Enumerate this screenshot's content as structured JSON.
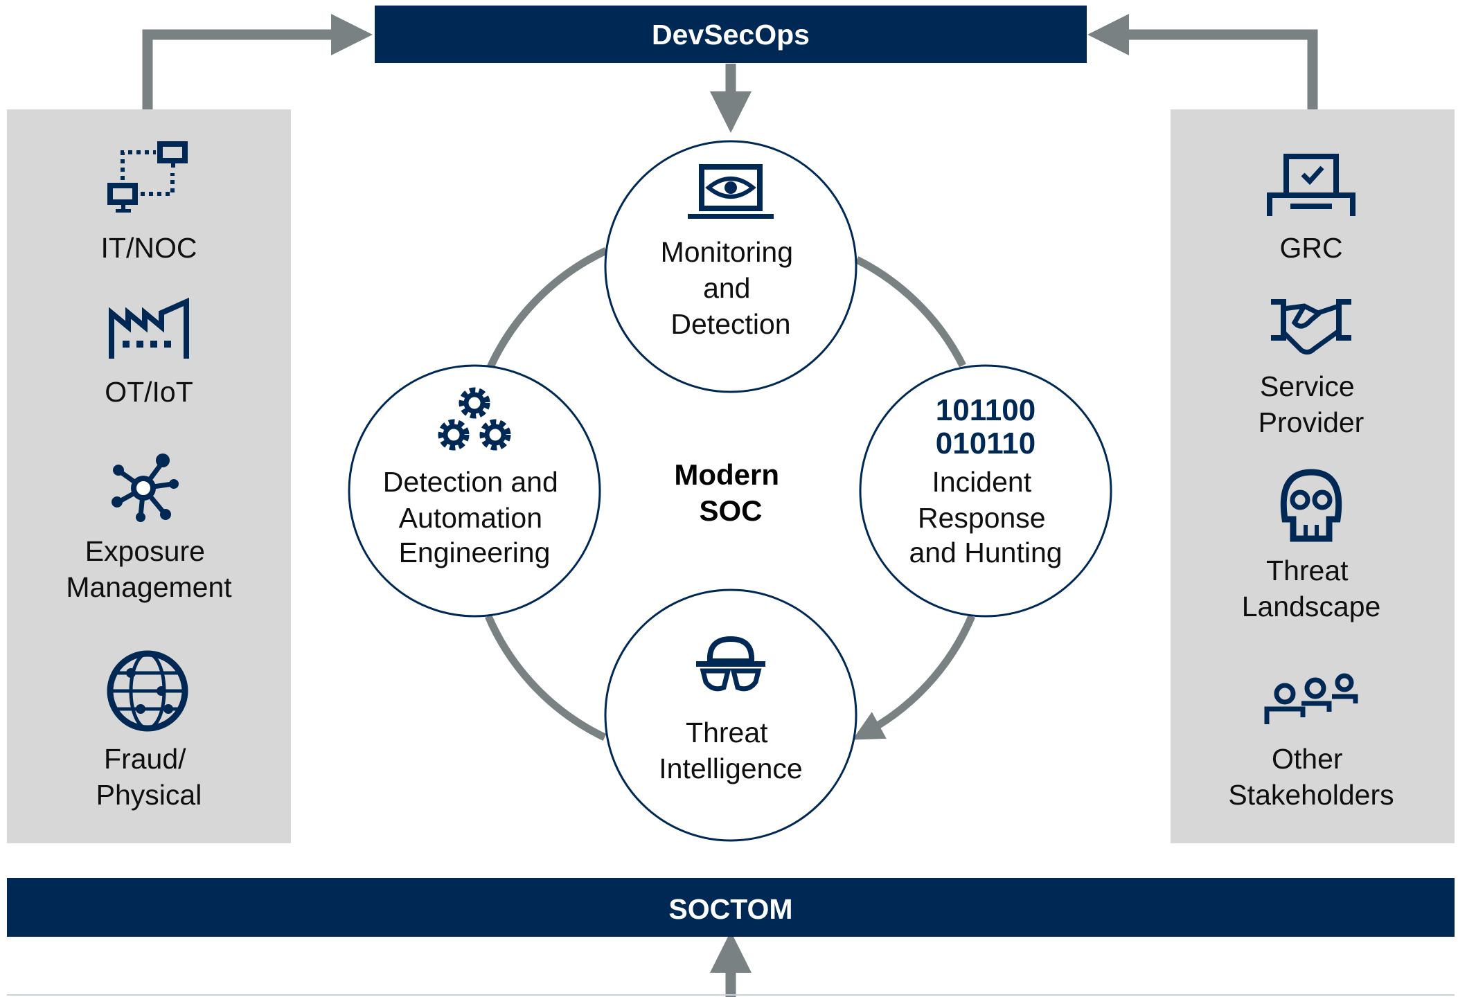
{
  "colors": {
    "navy": "#002855",
    "arrow_gray": "#7a8182",
    "panel_gray": "#d7d7d7",
    "text": "#0f0f0f"
  },
  "top_bar": {
    "label": "DevSecOps"
  },
  "bottom_bar": {
    "label": "SOCTOM"
  },
  "center": {
    "line1": "Modern",
    "line2": "SOC"
  },
  "cycle": [
    {
      "icon": "laptop-eye-icon",
      "lines": [
        "Monitoring",
        "and",
        "Detection"
      ]
    },
    {
      "icon": "binary-code-icon",
      "lines": [
        "Incident",
        "Response",
        "and Hunting"
      ]
    },
    {
      "icon": "spy-mask-icon",
      "lines": [
        "Threat",
        "Intelligence"
      ]
    },
    {
      "icon": "gears-icon",
      "lines": [
        "Detection and",
        "Automation",
        "Engineering"
      ]
    }
  ],
  "left_panel": [
    {
      "icon": "network-computers-icon",
      "lines": [
        "IT/NOC"
      ]
    },
    {
      "icon": "factory-icon",
      "lines": [
        "OT/IoT"
      ]
    },
    {
      "icon": "node-hub-icon",
      "lines": [
        "Exposure",
        "Management"
      ]
    },
    {
      "icon": "globe-network-icon",
      "lines": [
        "Fraud/",
        "Physical"
      ]
    }
  ],
  "right_panel": [
    {
      "icon": "checklist-laptop-icon",
      "lines": [
        "GRC"
      ]
    },
    {
      "icon": "handshake-icon",
      "lines": [
        "Service",
        "Provider"
      ]
    },
    {
      "icon": "skull-icon",
      "lines": [
        "Threat",
        "Landscape"
      ]
    },
    {
      "icon": "people-group-icon",
      "lines": [
        "Other",
        "Stakeholders"
      ]
    }
  ]
}
